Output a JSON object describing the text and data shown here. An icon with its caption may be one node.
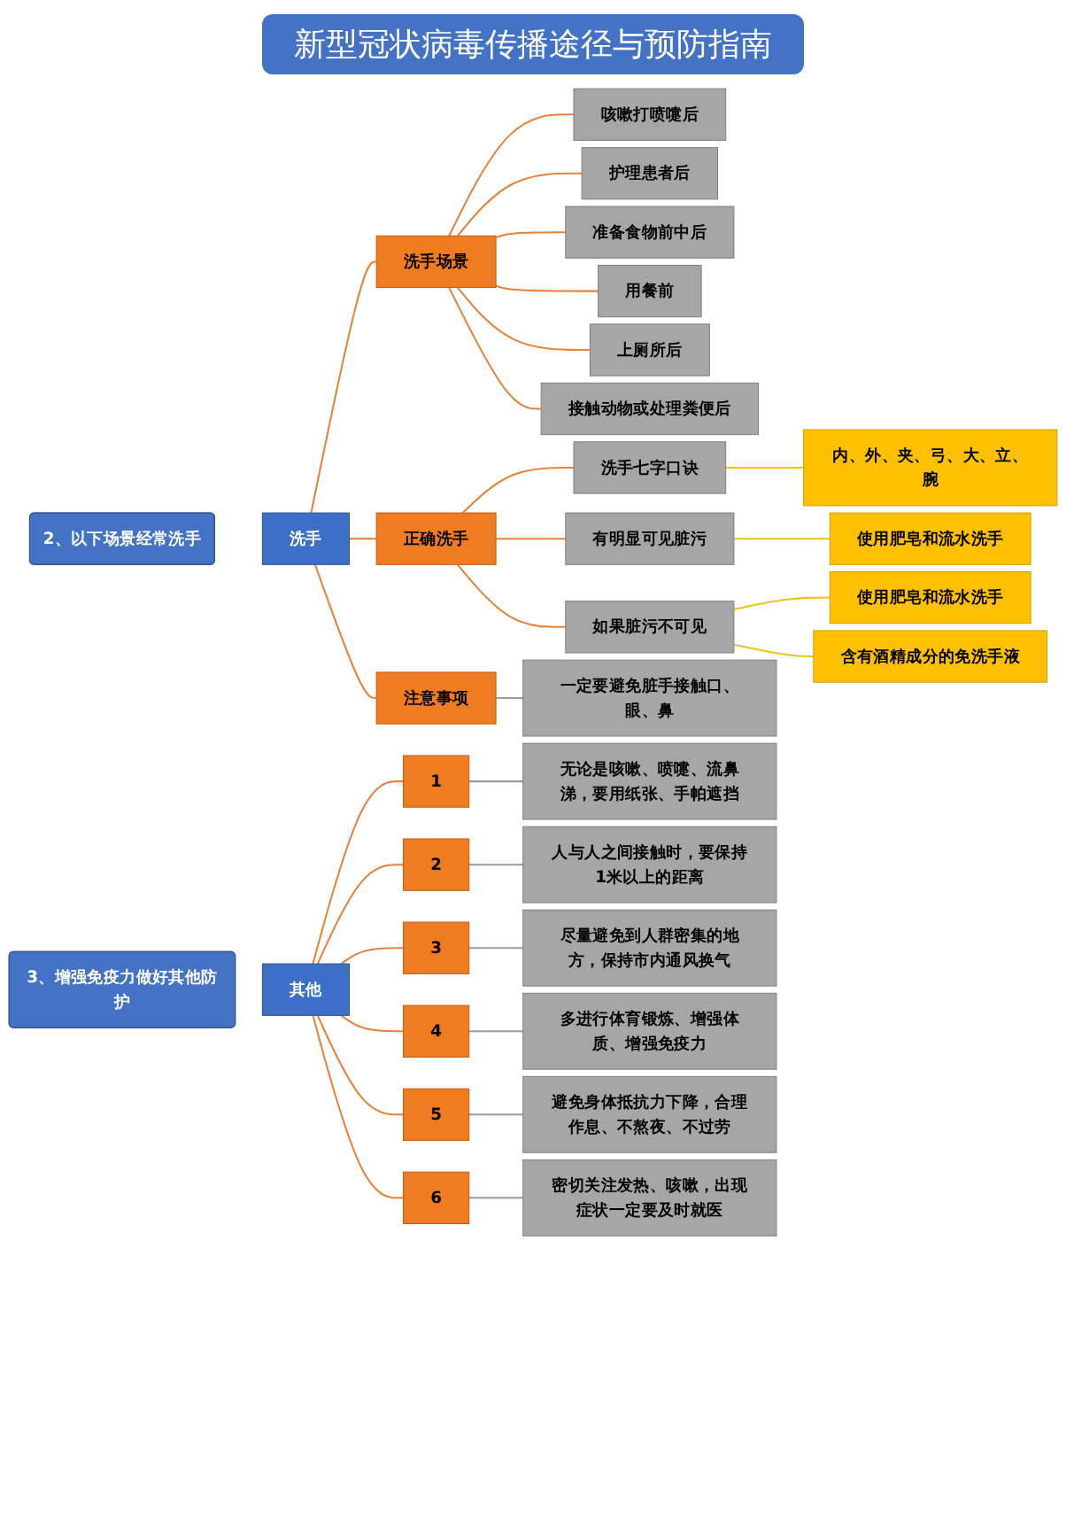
{
  "diagram": {
    "title": "新型冠状病毒传播途径与预防指南",
    "nodes": [
      {
        "text": [
          "2、以下场景经常洗手"
        ]
      },
      {
        "text": [
          "洗手"
        ]
      },
      {
        "text": [
          "洗手场景"
        ]
      },
      {
        "text": [
          "咳嗽打喷嚏后"
        ]
      },
      {
        "text": [
          "护理患者后"
        ]
      },
      {
        "text": [
          "准备食物前中后"
        ]
      },
      {
        "text": [
          "用餐前"
        ]
      },
      {
        "text": [
          "上厕所后"
        ]
      },
      {
        "text": [
          "接触动物或处理粪便后"
        ]
      },
      {
        "text": [
          "正确洗手"
        ]
      },
      {
        "text": [
          "洗手七字口诀"
        ]
      },
      {
        "text": [
          "内、外、夹、弓、大、立、腕"
        ]
      },
      {
        "text": [
          "有明显可见脏污"
        ]
      },
      {
        "text": [
          "使用肥皂和流水洗手"
        ]
      },
      {
        "text": [
          "如果脏污不可见"
        ]
      },
      {
        "text": [
          "使用肥皂和流水洗手"
        ]
      },
      {
        "text": [
          "含有酒精成分的免洗手液"
        ]
      },
      {
        "text": [
          "注意事项"
        ]
      },
      {
        "text": [
          "一定要避免脏手接触口、眼、鼻"
        ]
      },
      {
        "text": [
          "3、增强免疫力做好其他防护"
        ]
      },
      {
        "text": [
          "其他"
        ]
      },
      {
        "text": [
          "1"
        ]
      },
      {
        "text": [
          "无论是咳嗽、喷嚏、流鼻涕，要用纸张、手帕遮挡"
        ]
      },
      {
        "text": [
          "2"
        ]
      },
      {
        "text": [
          "人与人之间接触时，要保持1米以上的距离"
        ]
      },
      {
        "text": [
          "3"
        ]
      },
      {
        "text": [
          "尽量避免到人群密集的地方，保持市内通风换气"
        ]
      },
      {
        "text": [
          "4"
        ]
      },
      {
        "text": [
          "多进行体育锻炼、增强体质、增强免疫力"
        ]
      },
      {
        "text": [
          "5"
        ]
      },
      {
        "text": [
          "避免身体抵抗力下降，合理作息、不熬夜、不过劳"
        ]
      },
      {
        "text": [
          "6"
        ]
      },
      {
        "text": [
          "密切关注发热、咳嗽，出现症状一定要及时就医"
        ]
      }
    ],
    "edges": [
      {
        "from": 1,
        "to": 2,
        "arrow": "none"
      },
      {
        "from": 1,
        "to": 9,
        "arrow": "none"
      },
      {
        "from": 1,
        "to": 17,
        "arrow": "none"
      },
      {
        "from": 2,
        "to": 3,
        "arrow": "none"
      },
      {
        "from": 2,
        "to": 4,
        "arrow": "none"
      },
      {
        "from": 2,
        "to": 5,
        "arrow": "none"
      },
      {
        "from": 2,
        "to": 6,
        "arrow": "none"
      },
      {
        "from": 2,
        "to": 7,
        "arrow": "none"
      },
      {
        "from": 2,
        "to": 8,
        "arrow": "none"
      },
      {
        "from": 9,
        "to": 10,
        "arrow": "none"
      },
      {
        "from": 9,
        "to": 12,
        "arrow": "none"
      },
      {
        "from": 9,
        "to": 14,
        "arrow": "none"
      },
      {
        "from": 10,
        "to": 11,
        "arrow": "none",
        "color": "#f0c419"
      },
      {
        "from": 12,
        "to": 13,
        "arrow": "none",
        "color": "#f0c419"
      },
      {
        "from": 14,
        "to": 15,
        "arrow": "none",
        "color": "#f0c419"
      },
      {
        "from": 14,
        "to": 16,
        "arrow": "none",
        "color": "#f0c419"
      },
      {
        "from": 17,
        "to": 18,
        "arrow": "none",
        "color": "#9a9a9a"
      },
      {
        "from": 20,
        "to": 21,
        "arrow": "none"
      },
      {
        "from": 20,
        "to": 23,
        "arrow": "none"
      },
      {
        "from": 20,
        "to": 25,
        "arrow": "none"
      },
      {
        "from": 20,
        "to": 27,
        "arrow": "none"
      },
      {
        "from": 20,
        "to": 29,
        "arrow": "none"
      },
      {
        "from": 20,
        "to": 31,
        "arrow": "none"
      },
      {
        "from": 21,
        "to": 22,
        "arrow": "none",
        "color": "#9a9a9a"
      },
      {
        "from": 23,
        "to": 24,
        "arrow": "none",
        "color": "#9a9a9a"
      },
      {
        "from": 25,
        "to": 26,
        "arrow": "none",
        "color": "#9a9a9a"
      },
      {
        "from": 27,
        "to": 28,
        "arrow": "none",
        "color": "#9a9a9a"
      },
      {
        "from": 29,
        "to": 30,
        "arrow": "none",
        "color": "#9a9a9a"
      },
      {
        "from": 31,
        "to": 32,
        "arrow": "none",
        "color": "#9a9a9a"
      }
    ]
  }
}
